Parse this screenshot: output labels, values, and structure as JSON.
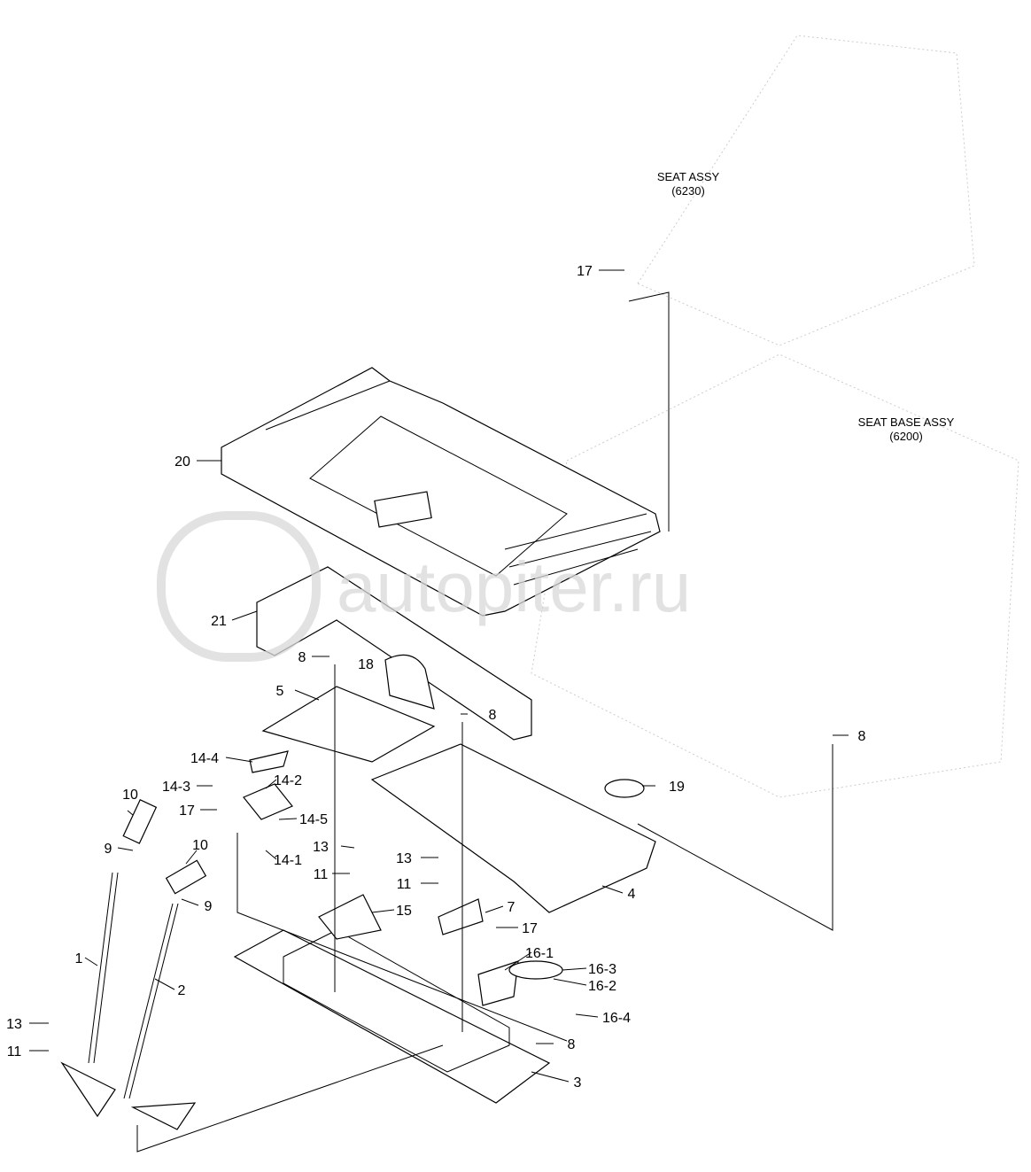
{
  "diagram": {
    "assemblies": [
      {
        "name": "SEAT ASSY",
        "code": "(6230)"
      },
      {
        "name": "SEAT BASE ASSY",
        "code": "(6200)"
      }
    ],
    "callouts": [
      "17",
      "20",
      "21",
      "8",
      "18",
      "5",
      "8",
      "8",
      "14-4",
      "14-3",
      "14-2",
      "10",
      "19",
      "17",
      "14-5",
      "10",
      "9",
      "13",
      "14-1",
      "13",
      "11",
      "11",
      "9",
      "4",
      "15",
      "7",
      "17",
      "1",
      "16-1",
      "16-3",
      "16-2",
      "2",
      "16-4",
      "13",
      "8",
      "11",
      "3"
    ],
    "watermark": "autopiter.ru"
  }
}
